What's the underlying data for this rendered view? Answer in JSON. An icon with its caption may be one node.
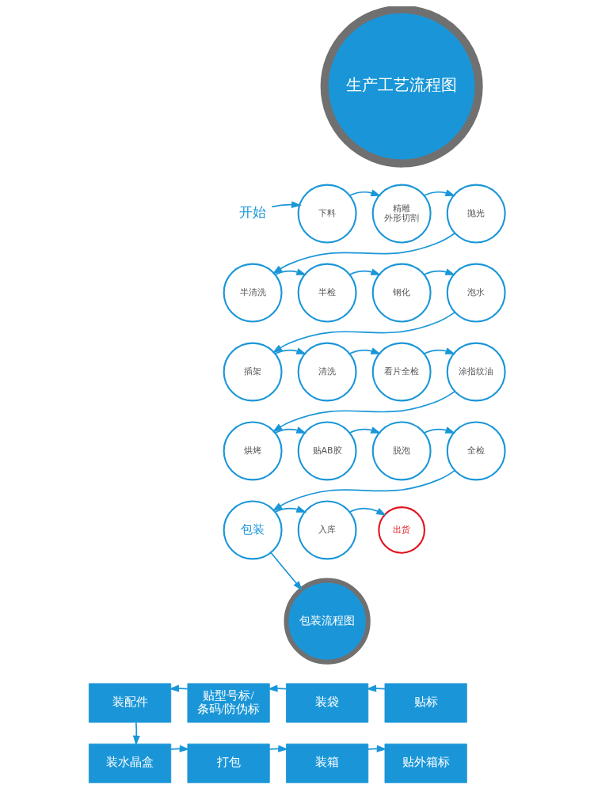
{
  "diagram": {
    "nodes": [
      {
        "text": [
          "开始"
        ]
      },
      {
        "text": [
          "下料"
        ]
      },
      {
        "text": [
          "精雕外形切割"
        ]
      },
      {
        "text": [
          "抛光"
        ]
      },
      {
        "text": [
          "半清洗"
        ]
      },
      {
        "text": [
          "半检"
        ]
      },
      {
        "text": [
          "钢化"
        ]
      },
      {
        "text": [
          "泡水"
        ]
      },
      {
        "text": [
          "插架"
        ]
      },
      {
        "text": [
          "清洗"
        ]
      },
      {
        "text": [
          "看片全检"
        ]
      },
      {
        "text": [
          "涂指纹油"
        ]
      },
      {
        "text": [
          "烘烤"
        ]
      },
      {
        "text": [
          "贴AB胶"
        ]
      },
      {
        "text": [
          "脱泡"
        ]
      },
      {
        "text": [
          "全检"
        ]
      },
      {
        "text": [
          "包装"
        ]
      },
      {
        "text": [
          "入库"
        ]
      },
      {
        "text": [
          "出货"
        ]
      },
      {
        "text": [
          "生产工艺流程图"
        ]
      },
      {
        "text": [
          "包装流程图"
        ]
      },
      {
        "text": [
          "贴标"
        ]
      },
      {
        "text": [
          "装袋"
        ]
      },
      {
        "text": [
          "贴型号标/条码/防伪标"
        ]
      },
      {
        "text": [
          "装配件"
        ]
      },
      {
        "text": [
          "装水晶盒"
        ]
      },
      {
        "text": [
          "打包"
        ]
      },
      {
        "text": [
          "装箱"
        ]
      },
      {
        "text": [
          "贴外箱标"
        ]
      }
    ],
    "edges": [
      {
        "from": 0,
        "to": 1,
        "arrow": "to"
      },
      {
        "from": 1,
        "to": 2,
        "arrow": "to"
      },
      {
        "from": 2,
        "to": 3,
        "arrow": "to"
      },
      {
        "from": 3,
        "to": 4,
        "arrow": "to"
      },
      {
        "from": 4,
        "to": 5,
        "arrow": "to"
      },
      {
        "from": 5,
        "to": 6,
        "arrow": "to"
      },
      {
        "from": 6,
        "to": 7,
        "arrow": "to"
      },
      {
        "from": 7,
        "to": 8,
        "arrow": "to"
      },
      {
        "from": 8,
        "to": 9,
        "arrow": "to"
      },
      {
        "from": 9,
        "to": 10,
        "arrow": "to"
      },
      {
        "from": 10,
        "to": 11,
        "arrow": "to"
      },
      {
        "from": 11,
        "to": 12,
        "arrow": "to"
      },
      {
        "from": 12,
        "to": 13,
        "arrow": "to"
      },
      {
        "from": 13,
        "to": 14,
        "arrow": "to"
      },
      {
        "from": 14,
        "to": 15,
        "arrow": "to"
      },
      {
        "from": 15,
        "to": 16,
        "arrow": "to"
      },
      {
        "from": 16,
        "to": 17,
        "arrow": "to"
      },
      {
        "from": 17,
        "to": 18,
        "arrow": "to"
      },
      {
        "from": 16,
        "to": 20,
        "arrow": "to"
      },
      {
        "from": 21,
        "to": 22,
        "arrow": "to"
      },
      {
        "from": 22,
        "to": 23,
        "arrow": "to"
      },
      {
        "from": 23,
        "to": 24,
        "arrow": "to"
      },
      {
        "from": 24,
        "to": 25,
        "arrow": "to"
      },
      {
        "from": 25,
        "to": 26,
        "arrow": "to"
      },
      {
        "from": 26,
        "to": 27,
        "arrow": "to"
      },
      {
        "from": 27,
        "to": 28,
        "arrow": "to"
      }
    ]
  }
}
